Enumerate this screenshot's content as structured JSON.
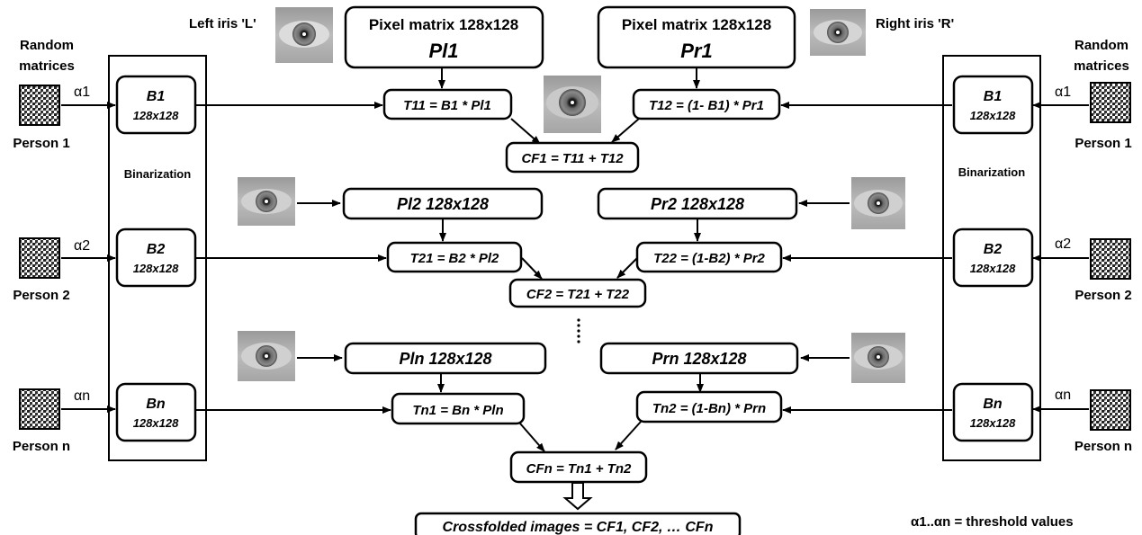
{
  "header": {
    "left_iris": "Left iris 'L'",
    "right_iris": "Right iris 'R'",
    "pixel_matrix_left": "Pixel matrix 128x128",
    "pixel_matrix_right": "Pixel matrix 128x128",
    "pl1": "Pl1",
    "pr1": "Pr1"
  },
  "left_column": {
    "title_line1": "Random",
    "title_line2": "matrices",
    "binarization": "Binarization",
    "b1": "B1",
    "b1_size": "128x128",
    "b2": "B2",
    "b2_size": "128x128",
    "bn": "Bn",
    "bn_size": "128x128",
    "alpha1": "α1",
    "alpha2": "α2",
    "alphan": "αn",
    "person1": "Person 1",
    "person2": "Person 2",
    "personn": "Person n"
  },
  "right_column": {
    "title_line1": "Random",
    "title_line2": "matrices",
    "binarization": "Binarization",
    "b1": "B1",
    "b1_size": "128x128",
    "b2": "B2",
    "b2_size": "128x128",
    "bn": "Bn",
    "bn_size": "128x128",
    "alpha1": "α1",
    "alpha2": "α2",
    "alphan": "αn",
    "person1": "Person 1",
    "person2": "Person 2",
    "personn": "Person n"
  },
  "center": {
    "t11": "T11 = B1 * Pl1",
    "t12": "T12 = (1- B1) * Pr1",
    "cf1": "CF1 = T11 + T12",
    "pl2": "Pl2  128x128",
    "pr2": "Pr2  128x128",
    "t21": "T21 = B2 * Pl2",
    "t22": "T22 = (1-B2) * Pr2",
    "cf2": "CF2 = T21 + T22",
    "ellipsis": "⋮",
    "pln": "Pln  128x128",
    "prn": "Prn  128x128",
    "tn1": "Tn1 = Bn * Pln",
    "tn2": "Tn2 = (1-Bn) * Prn",
    "cfn": "CFn = Tn1 + Tn2",
    "crossfolded": "Crossfolded images = CF1, CF2, … CFn"
  },
  "legend": {
    "threshold": "α1..αn = threshold values"
  }
}
